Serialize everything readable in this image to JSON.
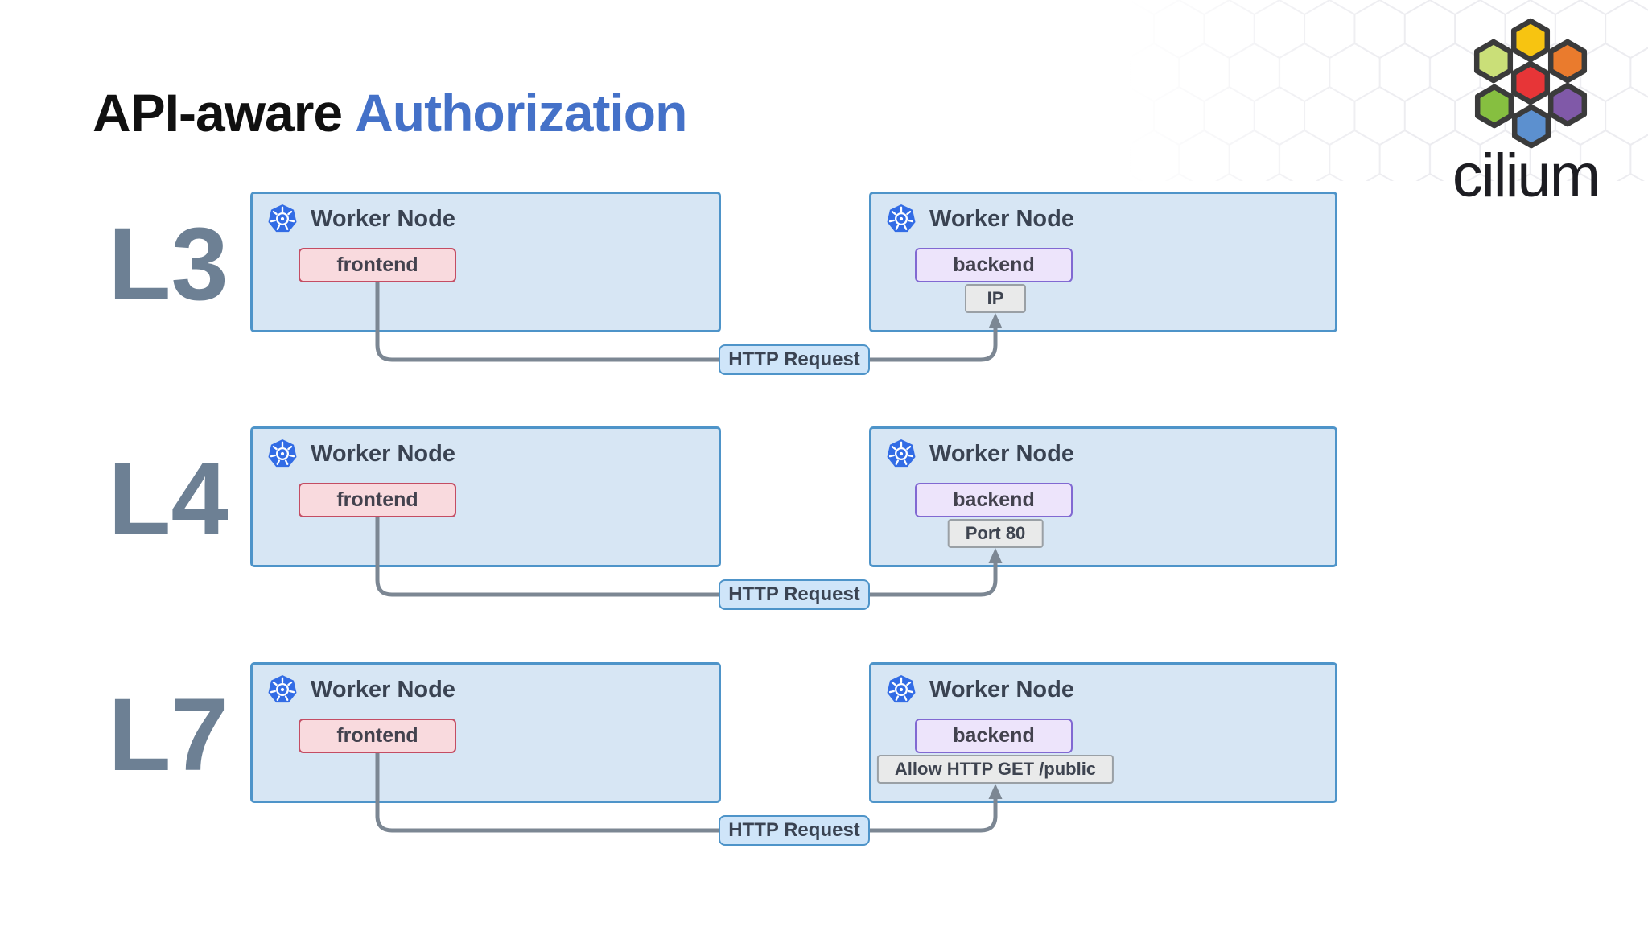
{
  "title": {
    "black": "API-aware",
    "accent": "Authorization"
  },
  "logo": {
    "wordmark": "cilium",
    "hex_colors": {
      "yellow": "#f7c411",
      "light_green": "#cadf78",
      "orange": "#ea7b2d",
      "red": "#e73537",
      "green": "#86bf40",
      "purple": "#8059a8",
      "blue": "#5c90cf"
    }
  },
  "labels": {
    "worker_node": "Worker Node",
    "frontend": "frontend",
    "backend": "backend",
    "http_request": "HTTP Request"
  },
  "rows": [
    {
      "layer": "L3",
      "annotation": "IP"
    },
    {
      "layer": "L4",
      "annotation": "Port 80"
    },
    {
      "layer": "L7",
      "annotation": "Allow HTTP GET /public"
    }
  ],
  "icons": {
    "kubernetes": "kubernetes-icon",
    "cilium": "cilium-logo"
  },
  "colors": {
    "title_accent": "#4471c8",
    "node_fill": "#d7e6f4",
    "node_border": "#4e94c9",
    "frontend_fill": "#f9dade",
    "frontend_border": "#c44d63",
    "backend_fill": "#ede4fb",
    "backend_border": "#8169d2",
    "annot_fill": "#e9eaea",
    "annot_border": "#9aa0a5",
    "http_fill": "#cfe5f9",
    "http_border": "#4e94c9",
    "connector": "#7c8793",
    "row_label": "#6d8094",
    "k8s_blue": "#326ce5"
  }
}
